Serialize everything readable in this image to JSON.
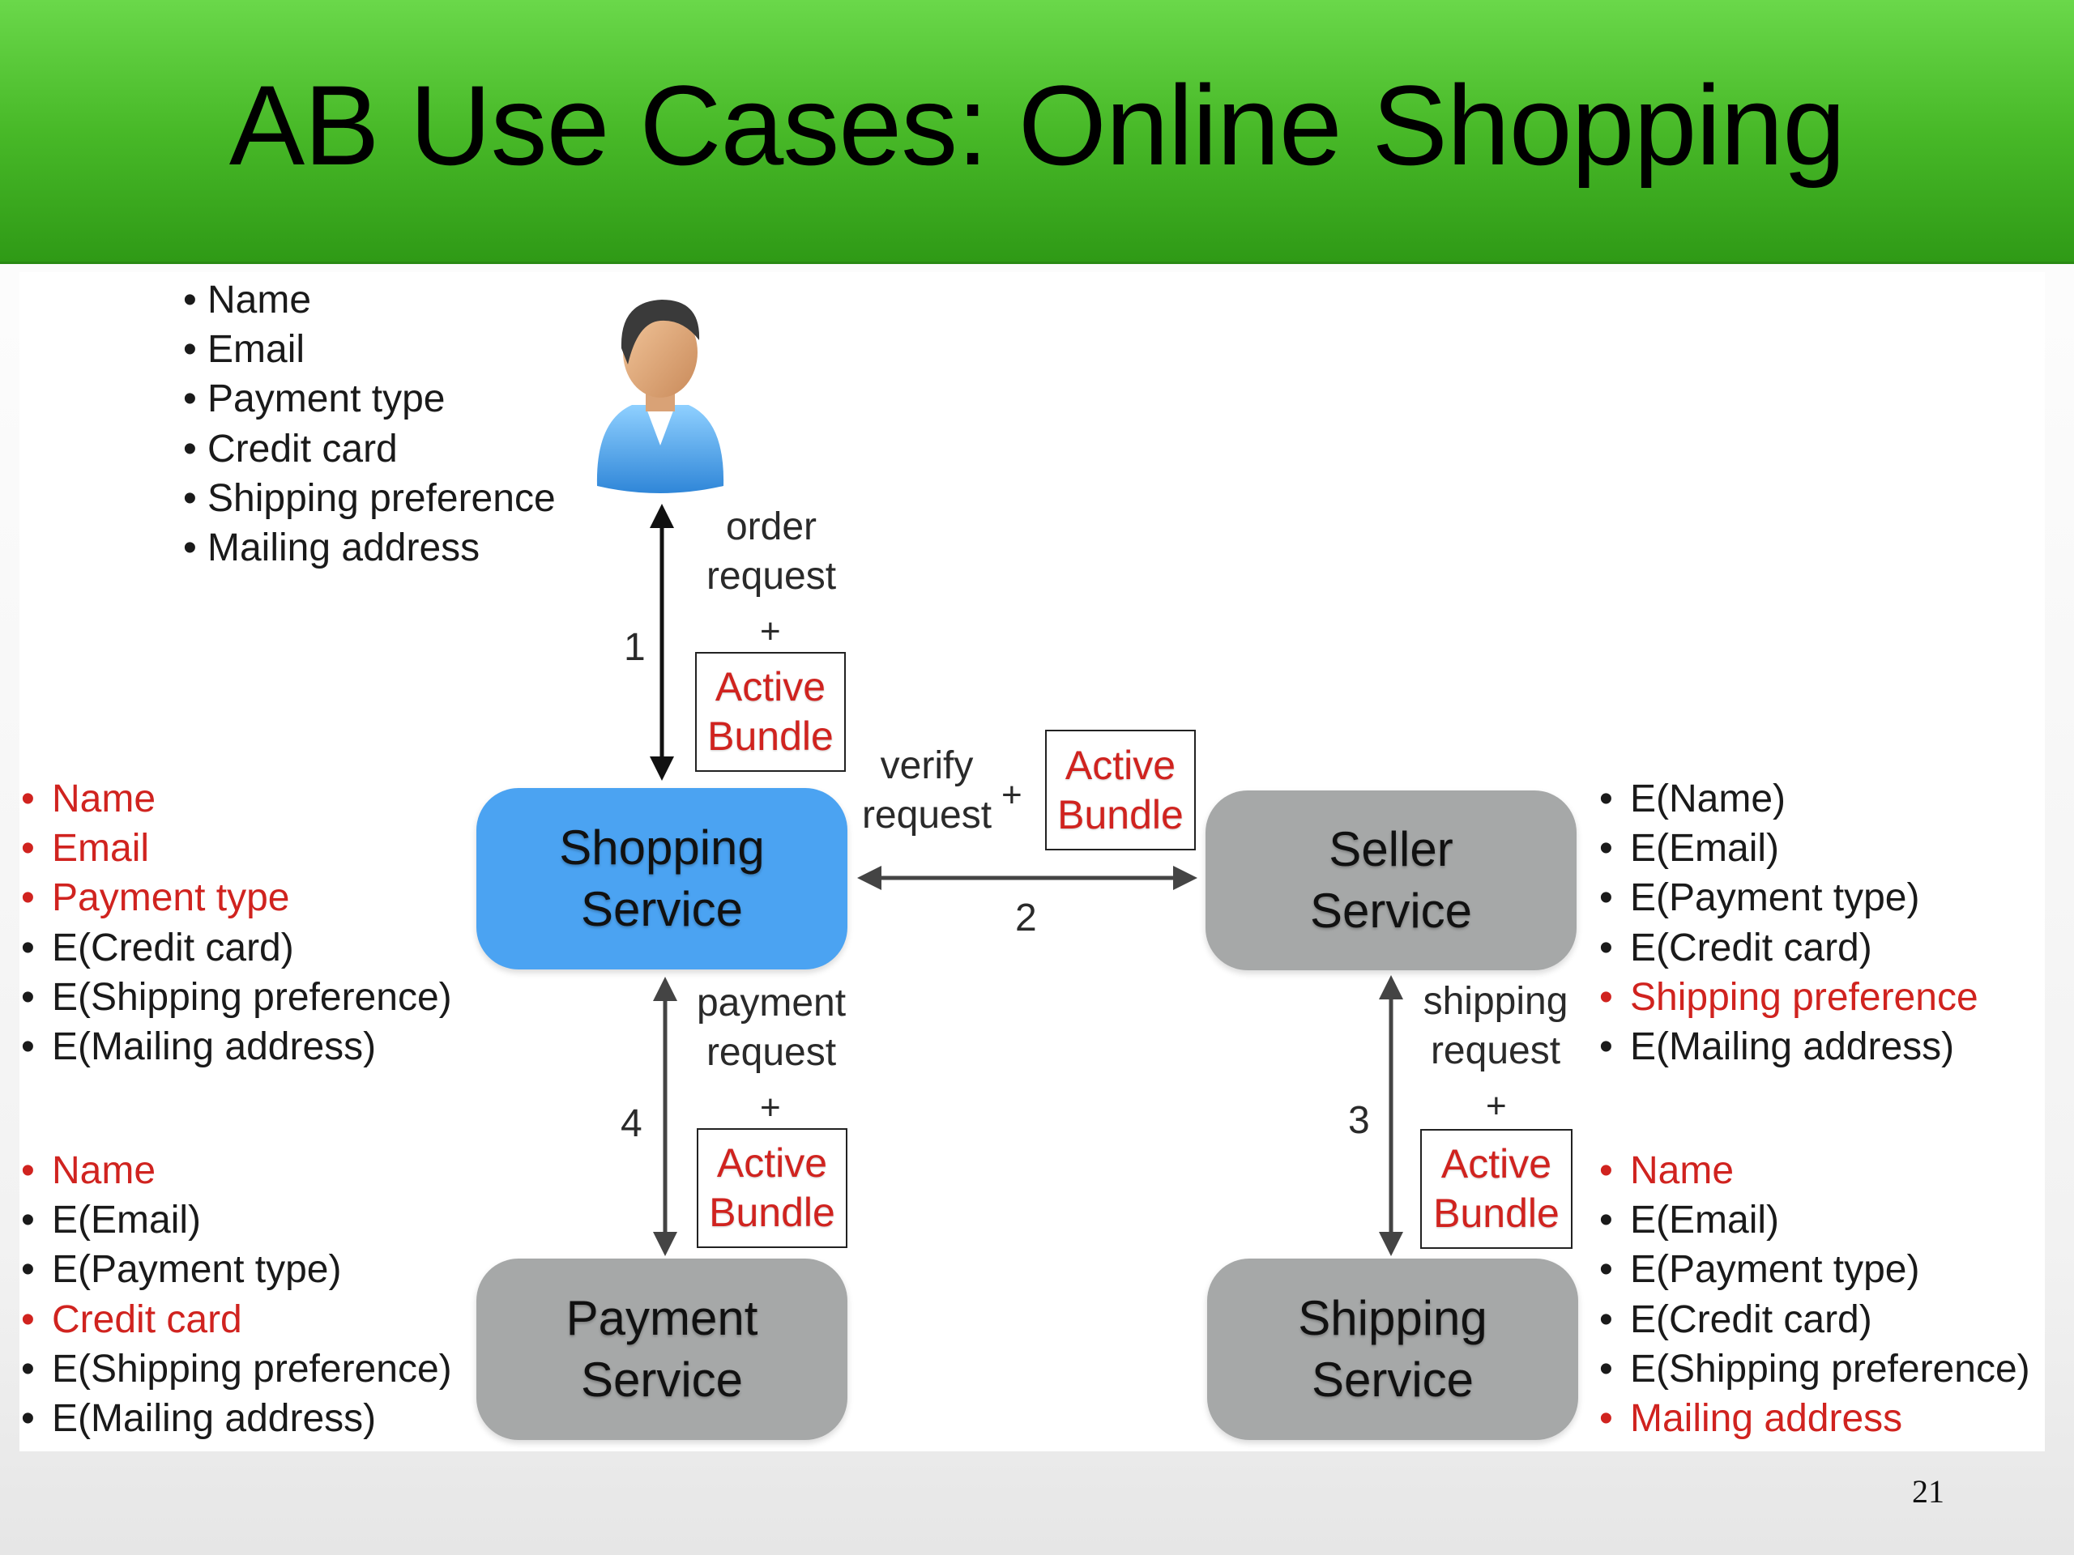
{
  "title": "AB Use Cases: Online Shopping",
  "user_attributes": [
    "Name",
    "Email",
    "Payment type",
    "Credit card",
    "Shipping preference",
    "Mailing address"
  ],
  "nodes": {
    "shopping": [
      "Shopping",
      "Service"
    ],
    "seller": [
      "Seller",
      "Service"
    ],
    "payment": [
      "Payment",
      "Service"
    ],
    "shipping": [
      "Shipping",
      "Service"
    ]
  },
  "active_bundle": [
    "Active",
    "Bundle"
  ],
  "plus": "+",
  "flows": {
    "order": {
      "step": "1",
      "label": [
        "order",
        "request"
      ]
    },
    "verify": {
      "step": "2",
      "label": [
        "verify",
        "request"
      ]
    },
    "shipping": {
      "step": "3",
      "label": [
        "shipping",
        "request"
      ]
    },
    "payment": {
      "step": "4",
      "label": [
        "payment",
        "request"
      ]
    }
  },
  "shopping_view": [
    {
      "text": "Name",
      "visible": true
    },
    {
      "text": "Email",
      "visible": true
    },
    {
      "text": "Payment type",
      "visible": true
    },
    {
      "text": "E(Credit card)",
      "visible": false
    },
    {
      "text": "E(Shipping preference)",
      "visible": false
    },
    {
      "text": "E(Mailing address)",
      "visible": false
    }
  ],
  "payment_view": [
    {
      "text": "Name",
      "visible": true
    },
    {
      "text": "E(Email)",
      "visible": false
    },
    {
      "text": "E(Payment type)",
      "visible": false
    },
    {
      "text": "Credit card",
      "visible": true
    },
    {
      "text": "E(Shipping preference)",
      "visible": false
    },
    {
      "text": "E(Mailing address)",
      "visible": false
    }
  ],
  "seller_view": [
    {
      "text": "E(Name)",
      "visible": false
    },
    {
      "text": "E(Email)",
      "visible": false
    },
    {
      "text": "E(Payment type)",
      "visible": false
    },
    {
      "text": "E(Credit card)",
      "visible": false
    },
    {
      "text": "Shipping preference",
      "visible": true
    },
    {
      "text": "E(Mailing address)",
      "visible": false
    }
  ],
  "shipping_view": [
    {
      "text": "Name",
      "visible": true
    },
    {
      "text": "E(Email)",
      "visible": false
    },
    {
      "text": "E(Payment type)",
      "visible": false
    },
    {
      "text": "E(Credit card)",
      "visible": false
    },
    {
      "text": "E(Shipping preference)",
      "visible": false
    },
    {
      "text": "Mailing address",
      "visible": true
    }
  ],
  "colors": {
    "header_green": "#48b928",
    "shopping_blue": "#4ba3f2",
    "service_gray": "#a6a8a8",
    "visible_red": "#d0231f"
  },
  "icons": {
    "user": "user-avatar-icon"
  },
  "page_number": "21"
}
